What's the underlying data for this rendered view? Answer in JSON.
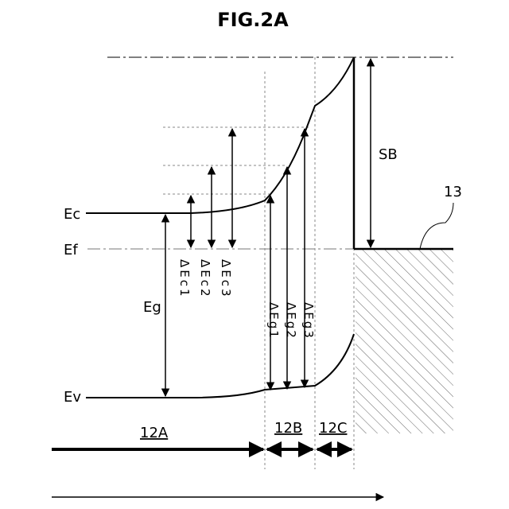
{
  "figure": {
    "title": "FIG.2A",
    "energy_levels": {
      "ec": "Ec",
      "ef": "Ef",
      "ev": "Ev"
    },
    "gaps": {
      "eg": "Eg",
      "sb": "SB"
    },
    "electrode_label": "13",
    "regions": {
      "a": "12A",
      "b": "12B",
      "c": "12C"
    },
    "delta_ec": [
      "ΔEc1",
      "ΔEc2",
      "ΔEc3"
    ],
    "delta_eg": [
      "ΔEg1",
      "ΔEg2",
      "ΔEg3"
    ]
  }
}
